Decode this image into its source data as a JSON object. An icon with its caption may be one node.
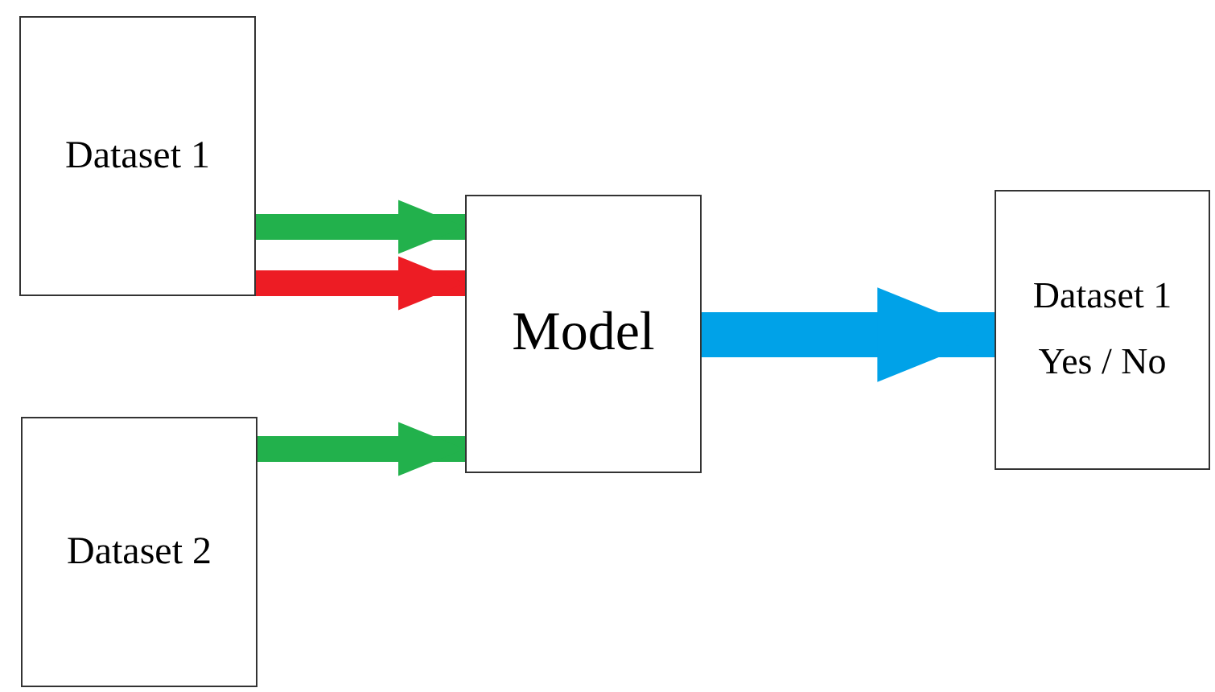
{
  "diagram": {
    "nodes": [
      {
        "text": [
          "Dataset 1"
        ]
      },
      {
        "text": [
          "Dataset 2"
        ]
      },
      {
        "text": [
          "Model"
        ]
      },
      {
        "text": [
          "Dataset 1",
          "Yes / No"
        ]
      }
    ],
    "edges": [
      {
        "from": 0,
        "to": 2,
        "arrow": "to",
        "color": "#22b14c"
      },
      {
        "from": 0,
        "to": 2,
        "arrow": "to",
        "color": "#ed1c24"
      },
      {
        "from": 1,
        "to": 2,
        "arrow": "to",
        "color": "#22b14c"
      },
      {
        "from": 2,
        "to": 3,
        "arrow": "to",
        "color": "#00a2e8"
      }
    ]
  }
}
